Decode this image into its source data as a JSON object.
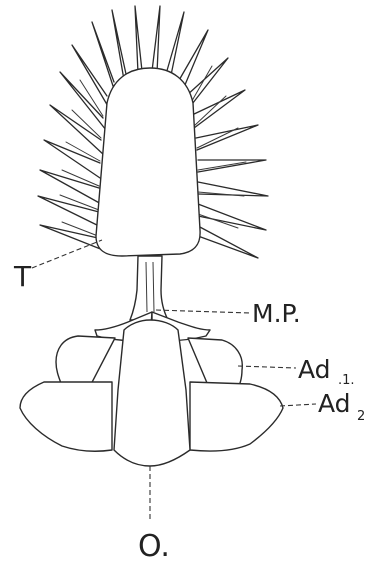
{
  "labels": {
    "T": "T",
    "MP": "M.P.",
    "Ad1_main": "Ad",
    "Ad1_sub": ".1.",
    "Ad2_main": "Ad",
    "Ad2_sub": "2",
    "O": "O."
  }
}
